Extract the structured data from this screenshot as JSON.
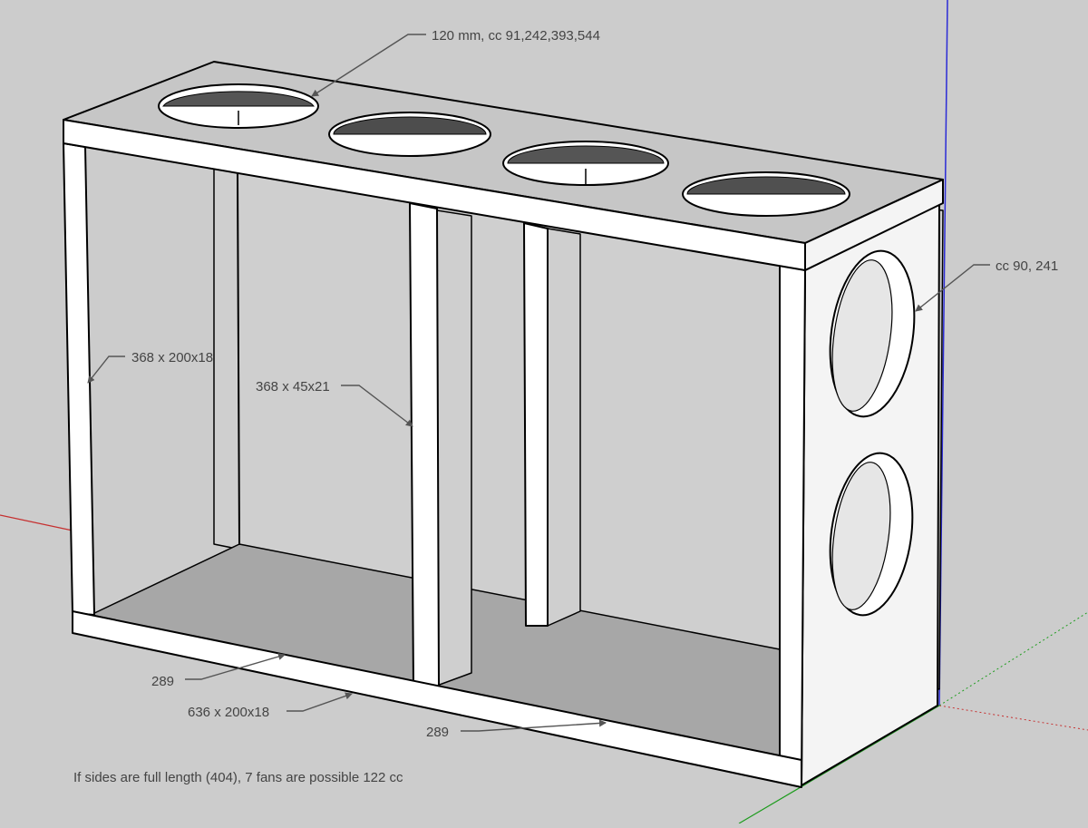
{
  "labels": {
    "top_holes": "120 mm, cc 91,242,393,544",
    "side_holes": "cc 90, 241",
    "side_panel": "368 x 200x18",
    "divider": "368 x 45x21",
    "bottom_left": "289",
    "base_panel": "636 x 200x18",
    "bottom_right": "289",
    "note": "If sides are full length (404), 7 fans are possible 122 cc"
  },
  "axes_colors": {
    "x_axis": "#cc2222",
    "y_axis": "#22aa22",
    "z_axis": "#2222cc"
  }
}
